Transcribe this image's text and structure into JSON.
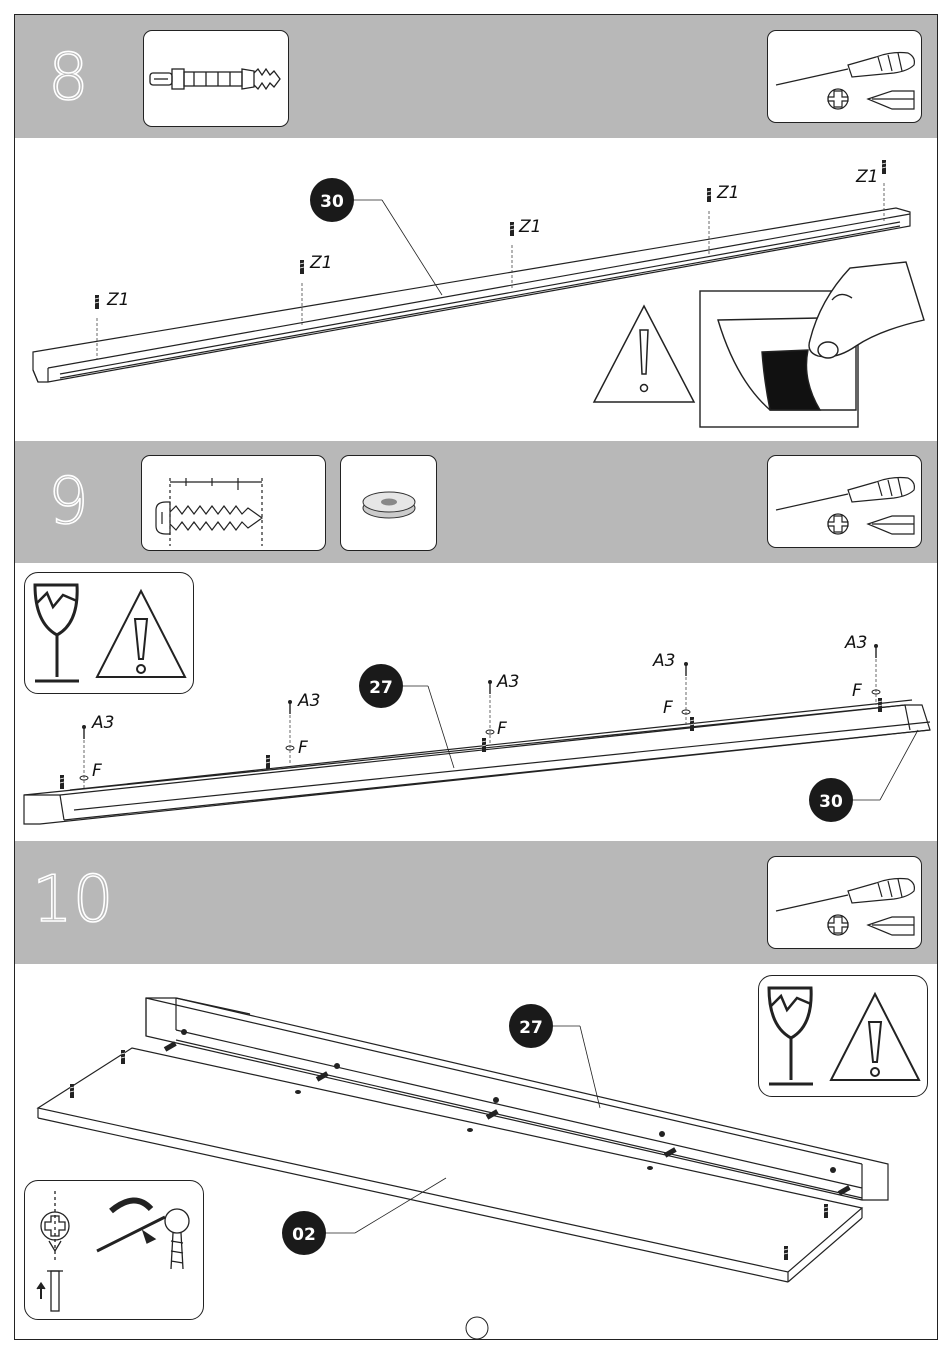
{
  "steps": [
    {
      "number": "8"
    },
    {
      "number": "9"
    },
    {
      "number": "10"
    }
  ],
  "parts": {
    "p30": "30",
    "p27": "27",
    "p30b": "30",
    "p27b": "27",
    "p02": "02"
  },
  "hardware": {
    "z1": "Z1",
    "a3": "A3",
    "f": "F"
  },
  "icons": {
    "screwdriver": "screwdriver-icon",
    "warning": "warning-triangle-icon",
    "fragile": "fragile-glass-icon",
    "cam_dowel": "cam-dowel-icon",
    "screw": "screw-icon",
    "washer": "washer-icon"
  },
  "colors": {
    "band": "#b8b8b8",
    "ink": "#222222",
    "badge": "#1a1a1a"
  }
}
